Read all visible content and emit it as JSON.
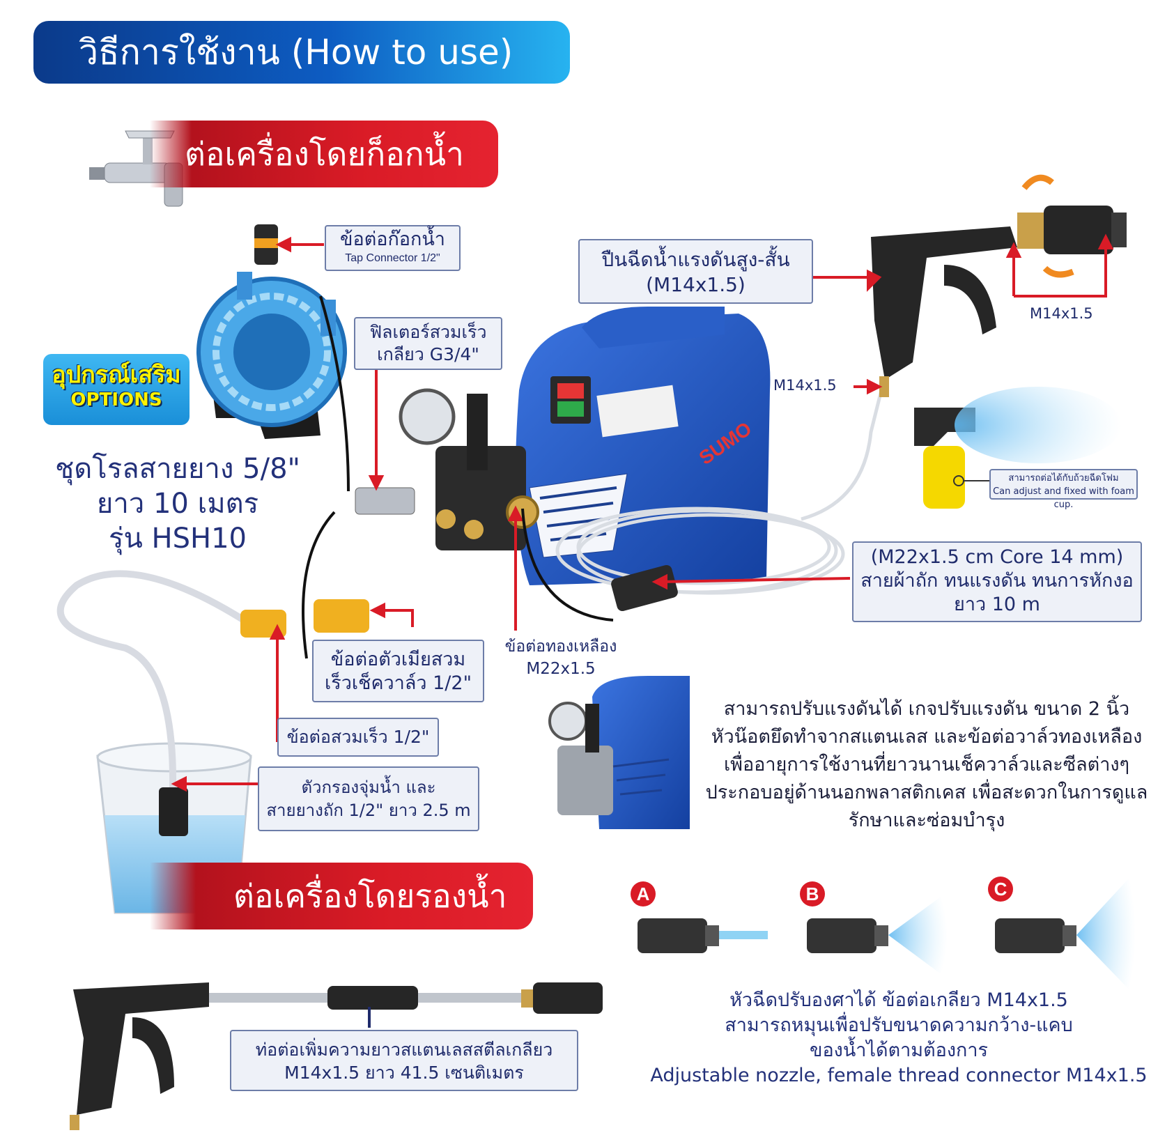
{
  "title": "วิธีการใช้งาน (How to use)",
  "tap_section": {
    "title": "ต่อเครื่องโดยก็อกน้ำ"
  },
  "tank_section": {
    "title": "ต่อเครื่องโดยรองน้ำ"
  },
  "tap_connector": {
    "th": "ข้อต่อก๊อกน้ำ",
    "en": "Tap Connector 1/2\""
  },
  "options": {
    "th": "อุปกรณ์เสริม",
    "en": "OPTIONS"
  },
  "hose_reel": {
    "line1": "ชุดโรลสายยาง 5/8\"",
    "line2": "ยาว 10 เมตร",
    "line3": "รุ่น HSH10"
  },
  "filter": {
    "line1": "ฟิลเตอร์สวมเร็ว",
    "line2": "เกลียว G3/4\""
  },
  "gun": {
    "line1": "ปืนฉีดน้ำแรงดันสูง-สั้น",
    "line2": "(M14x1.5)",
    "thread_top": "M14x1.5",
    "thread_bottom": "M14x1.5"
  },
  "foam": {
    "th": "สามารถต่อได้กับถ้วยฉีดโฟม",
    "en": "Can adjust and fixed with foam cup."
  },
  "hose": {
    "line1": "(M22x1.5 cm Core 14 mm)",
    "line2": "สายผ้าถัก ทนแรงดัน ทนการหักงอ",
    "line3": "ยาว 10 m"
  },
  "brass": {
    "line1": "ข้อต่อทองเหลือง",
    "line2": "M22x1.5"
  },
  "female_connector": {
    "line1": "ข้อต่อตัวเมียสวม",
    "line2": "เร็วเช็ควาล์ว 1/2\""
  },
  "quick_connector": "ข้อต่อสวมเร็ว 1/2\"",
  "strainer": {
    "line1": "ตัวกรองจุ่มน้ำ และ",
    "line2": "สายยางถัก 1/2\" ยาว 2.5 m"
  },
  "pressure_desc": [
    "สามารถปรับแรงดันได้ เกจปรับแรงดัน ขนาด 2 นิ้ว",
    "หัวน๊อตยึดทำจากสแตนเลส และข้อต่อวาล์วทองเหลือง",
    "เพื่ออายุการใช้งานที่ยาวนานเช็ควาล์วและซีลต่างๆ",
    "ประกอบอยู่ด้านนอกพลาสติกเคส เพื่อสะดวกในการดูแล",
    "รักษาและซ่อมบำรุง"
  ],
  "nozzles": [
    "A",
    "B",
    "C"
  ],
  "nozzle_desc": [
    "หัวฉีดปรับองศาได้ ข้อต่อเกลียว M14x1.5",
    "สามารถหมุนเพื่อปรับขนาดความกว้าง-แคบ",
    "ของน้ำได้ตามต้องการ",
    "Adjustable nozzle, female thread connector M14x1.5"
  ],
  "extension": {
    "line1": "ท่อต่อเพิ่มความยาวสแตนเลสสตีลเกลียว",
    "line2": "M14x1.5 ยาว 41.5 เซนติเมตร"
  },
  "brand": "SUMO",
  "colors": {
    "blue": "#1a4fb5",
    "red": "#d91b26",
    "navy": "#1f2b6b"
  }
}
